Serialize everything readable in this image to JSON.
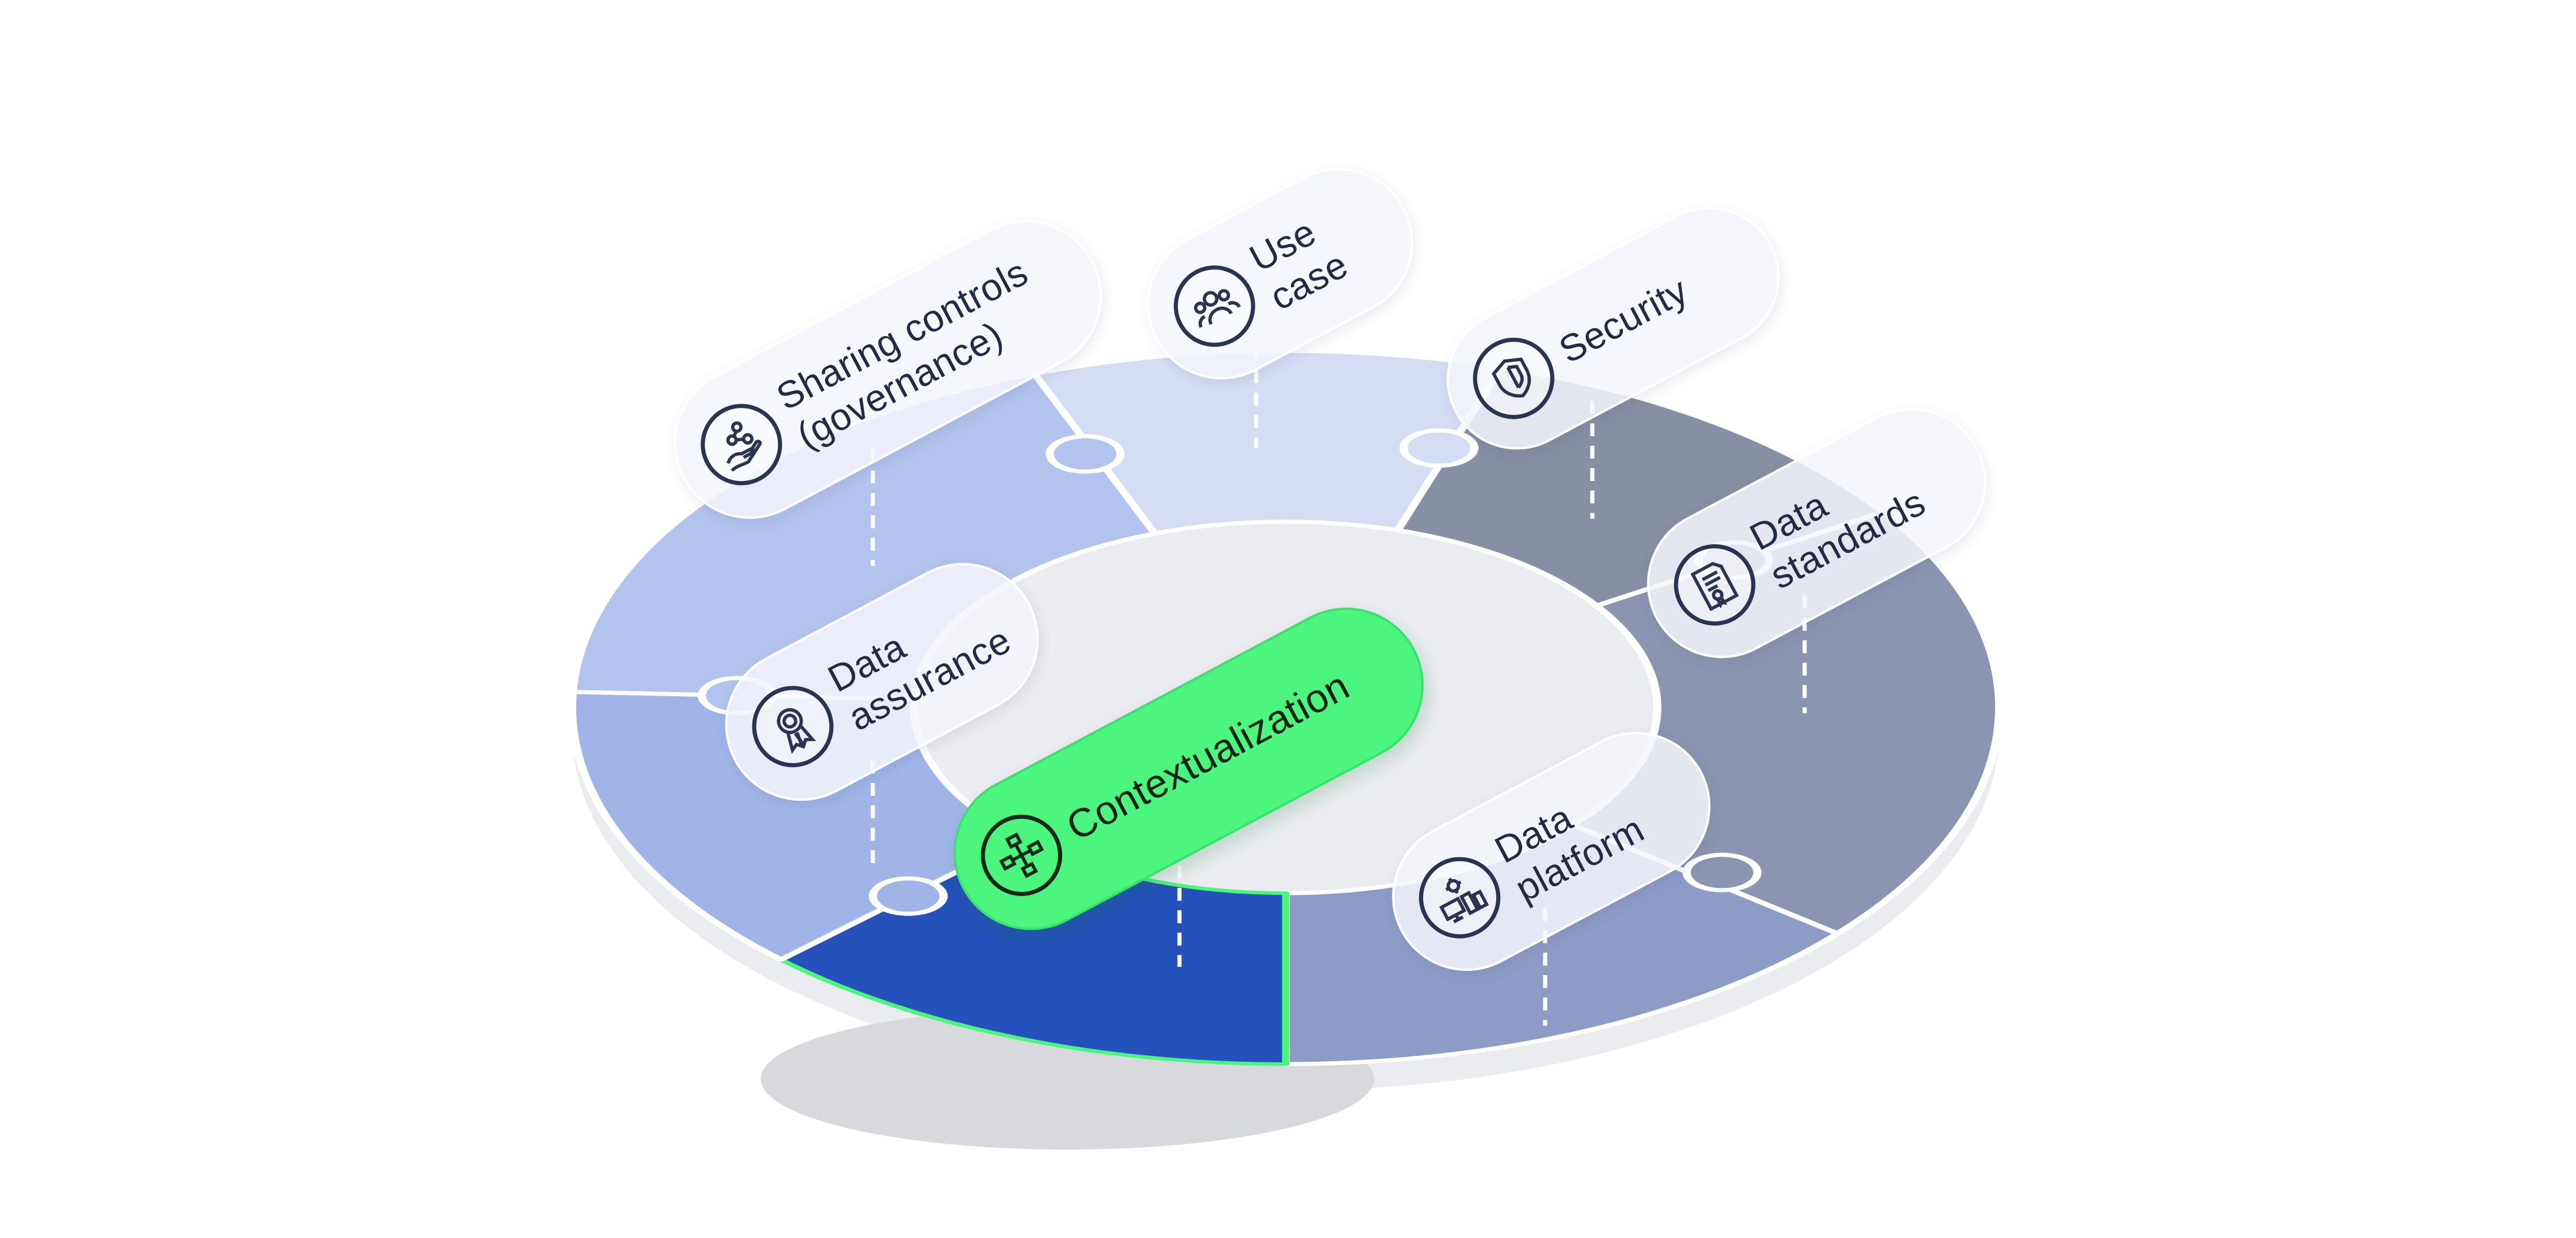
{
  "diagram": {
    "segments": [
      {
        "id": "use-case",
        "label": "Use\ncase",
        "icon": "people-group-icon",
        "color": "#d4ddf4"
      },
      {
        "id": "security",
        "label": "Security",
        "icon": "shield-icon",
        "color": "#878fa5"
      },
      {
        "id": "data-standards",
        "label": "Data\nstandards",
        "icon": "certificate-document-icon",
        "color": "#8b95b1"
      },
      {
        "id": "data-platform",
        "label": "Data\nplatform",
        "icon": "computer-gear-icon",
        "color": "#8c9cc7"
      },
      {
        "id": "contextualization",
        "label": "Contextualization",
        "icon": "network-blocks-icon",
        "color": "#2451bb",
        "highlighted": true,
        "highlight_color": "#4cf57e"
      },
      {
        "id": "data-assurance",
        "label": "Data\nassurance",
        "icon": "award-ribbon-icon",
        "color": "#a0b4e8"
      },
      {
        "id": "sharing-controls",
        "label": "Sharing controls\n(governance)",
        "icon": "hand-share-icon",
        "color": "#b2c3ee"
      }
    ]
  }
}
